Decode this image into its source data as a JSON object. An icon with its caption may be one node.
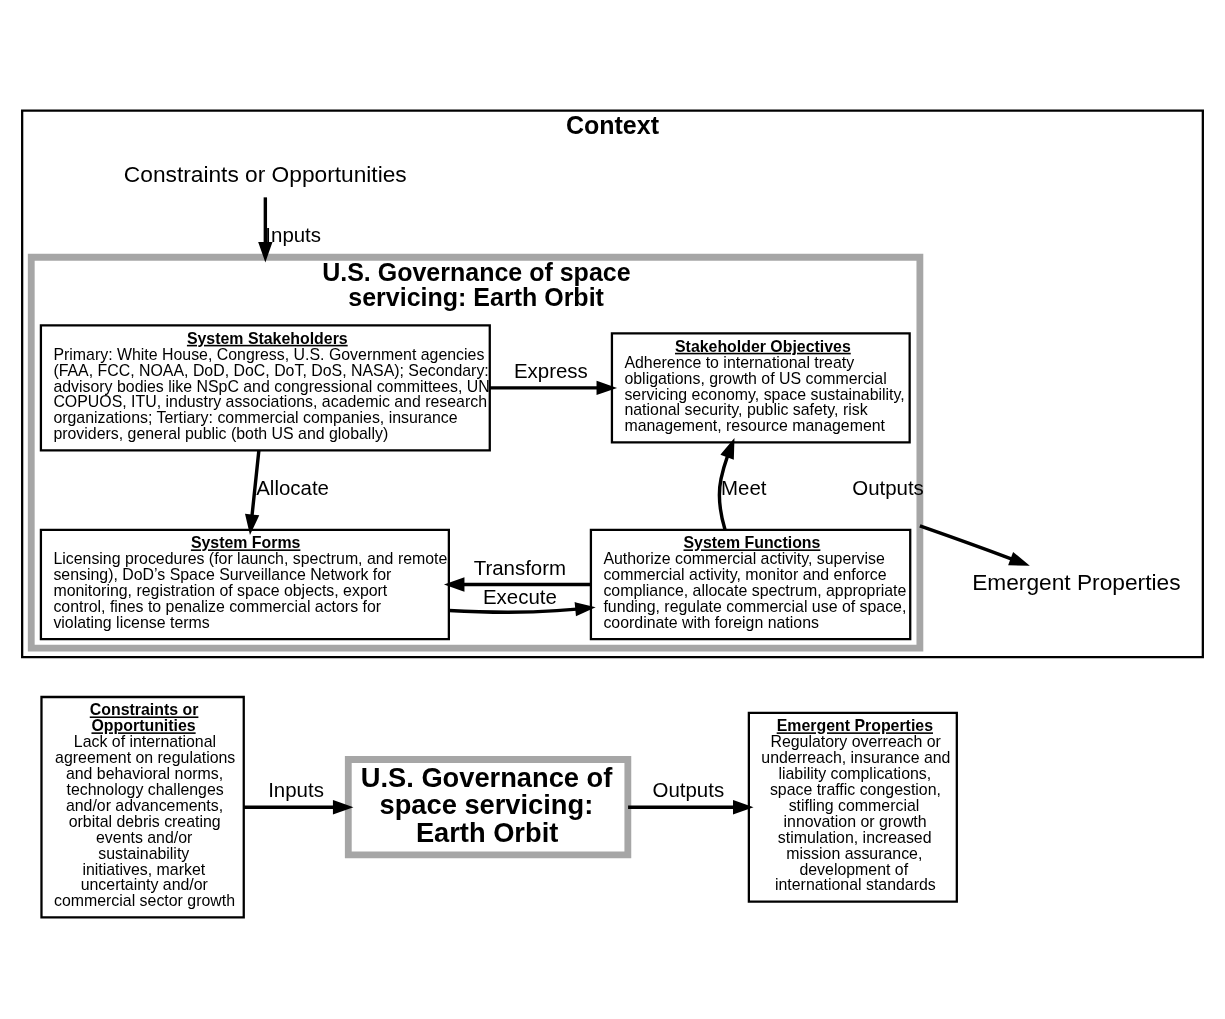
{
  "diagram": {
    "nodes": [
      {
        "text": [
          "Context"
        ]
      },
      {
        "text": [
          "Constraints or Opportunities"
        ],
        "in": 0
      },
      {
        "text": [
          "U.S. Governance of space servicing: Earth Orbit"
        ],
        "in": 0
      },
      {
        "text": [
          "Emergent Properties"
        ],
        "in": 0
      },
      {
        "text": [
          "System Stakeholders",
          "Primary: White House, Congress, U.S. Government agencies (FAA, FCC, NOAA, DoD, DoC, DoT, DoS, NASA); Secondary: advisory bodies like NSpC and congressional committees, UN COPUOS, ITU, industry associations, academic and research organizations; Tertiary: commercial companies, insurance providers, general public (both US and globally)"
        ],
        "in": 2
      },
      {
        "text": [
          "Stakeholder Objectives",
          "Adherence to international treaty obligations, growth of US commercial servicing economy, space sustainability, national security, public safety, risk management, resource management"
        ],
        "in": 2
      },
      {
        "text": [
          "System Forms",
          "Licensing procedures (for launch, spectrum, and remote sensing), DoD’s Space Surveillance Network for monitoring, registration of space objects, export control, fines to penalize commercial actors for violating license terms"
        ],
        "in": 2
      },
      {
        "text": [
          "System Functions",
          "Authorize commercial activity, supervise commercial activity, monitor and enforce compliance, allocate spectrum, appropriate funding, regulate commercial use of space, coordinate with foreign nations"
        ],
        "in": 2
      },
      {
        "text": [
          "Constraints or Opportunities",
          "Lack of international agreement on regulations and behavioral norms, technology challenges and/or advancements, orbital debris creating events and/or sustainability initiatives, market uncertainty and/or commercial sector growth"
        ]
      },
      {
        "text": [
          "U.S. Governance of space servicing: Earth Orbit"
        ]
      },
      {
        "text": [
          "Emergent Properties",
          "Regulatory overreach or underreach, insurance and liability complications, space traffic congestion, stifling commercial innovation or growth stimulation, increased mission assurance, development of international standards"
        ]
      }
    ],
    "edges": [
      {
        "from": 1,
        "to": 2,
        "arrow": "to",
        "label": "Inputs"
      },
      {
        "from": 2,
        "to": 3,
        "arrow": "to",
        "label": "Outputs"
      },
      {
        "from": 4,
        "to": 5,
        "arrow": "to",
        "label": "Express"
      },
      {
        "from": 4,
        "to": 6,
        "arrow": "to",
        "label": "Allocate"
      },
      {
        "from": 6,
        "to": 7,
        "arrow": "to",
        "label": "Execute"
      },
      {
        "from": 7,
        "to": 5,
        "arrow": "to",
        "label": "Meet"
      },
      {
        "from": 7,
        "to": 6,
        "arrow": "to",
        "label": "Transform"
      },
      {
        "from": 8,
        "to": 9,
        "arrow": "to",
        "label": "Inputs"
      },
      {
        "from": 9,
        "to": 10,
        "arrow": "to",
        "label": "Outputs"
      }
    ]
  }
}
